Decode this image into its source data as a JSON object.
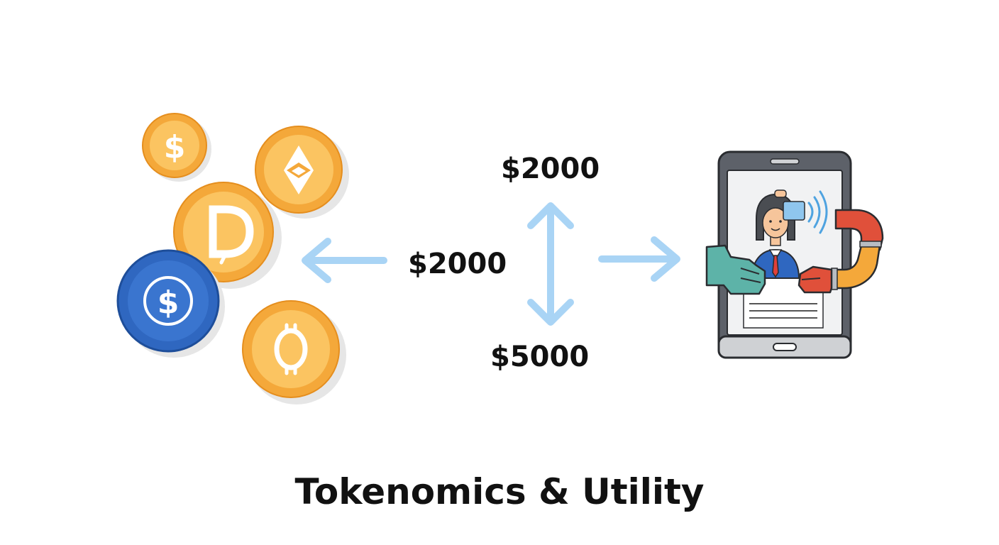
{
  "title": "Tokenomics & Utility",
  "amounts": {
    "top": "$2000",
    "middle": "$2000",
    "bottom": "$5000"
  },
  "icons": {
    "coins": [
      "dollar-coin-icon",
      "ethereum-coin-icon",
      "dogecoin-coin-icon",
      "usd-stablecoin-icon",
      "bitcoin-coin-icon"
    ],
    "arrows": [
      "arrow-left-icon",
      "arrow-up-down-icon",
      "arrow-right-icon"
    ],
    "device": "tablet-payment-icon"
  },
  "colors": {
    "coin_gold": "#F4A83A",
    "coin_gold_light": "#FBC461",
    "coin_blue": "#2F67C0",
    "arrow_blue": "#A9D4F5",
    "text": "#111111"
  }
}
